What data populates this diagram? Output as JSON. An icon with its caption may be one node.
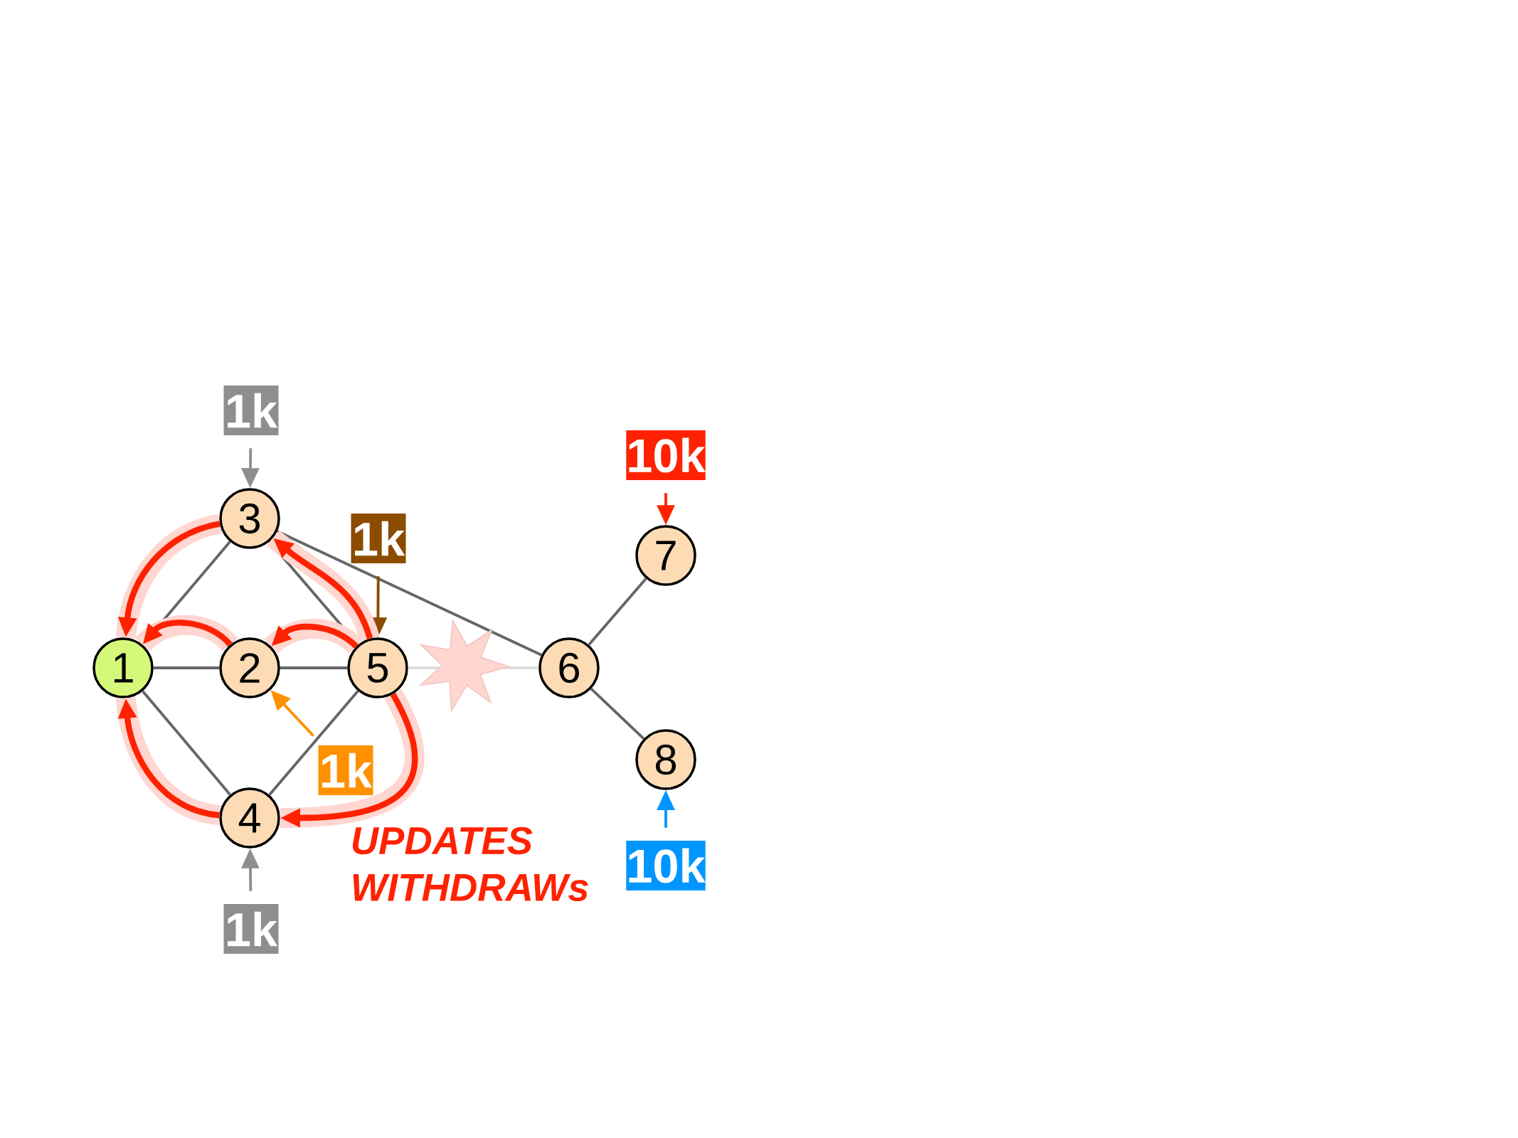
{
  "diagram": {
    "nodes": [
      {
        "text": [
          "1"
        ]
      },
      {
        "text": [
          "2"
        ]
      },
      {
        "text": [
          "3"
        ]
      },
      {
        "text": [
          "4"
        ]
      },
      {
        "text": [
          "5"
        ]
      },
      {
        "text": [
          "6"
        ]
      },
      {
        "text": [
          "7"
        ]
      },
      {
        "text": [
          "8"
        ]
      },
      {
        "text": [
          "1k"
        ]
      },
      {
        "text": [
          "1k"
        ]
      },
      {
        "text": [
          "1k"
        ]
      },
      {
        "text": [
          "1k"
        ]
      },
      {
        "text": [
          "10k"
        ]
      },
      {
        "text": [
          "10k"
        ]
      }
    ],
    "edges": [
      {
        "from": 0,
        "to": 1,
        "arrow": "none"
      },
      {
        "from": 0,
        "to": 2,
        "arrow": "none"
      },
      {
        "from": 0,
        "to": 3,
        "arrow": "none"
      },
      {
        "from": 1,
        "to": 4,
        "arrow": "none"
      },
      {
        "from": 2,
        "to": 4,
        "arrow": "none"
      },
      {
        "from": 2,
        "to": 5,
        "arrow": "none"
      },
      {
        "from": 3,
        "to": 4,
        "arrow": "none"
      },
      {
        "from": 4,
        "to": 5,
        "arrow": "none",
        "color": "#dddddd"
      },
      {
        "from": 5,
        "to": 6,
        "arrow": "none"
      },
      {
        "from": 5,
        "to": 7,
        "arrow": "none"
      },
      {
        "from": 8,
        "to": 2,
        "arrow": "to",
        "color": "#8e8e8e"
      },
      {
        "from": 9,
        "to": 4,
        "arrow": "to",
        "color": "#8b4c00"
      },
      {
        "from": 10,
        "to": 1,
        "arrow": "to",
        "color": "#ff9000"
      },
      {
        "from": 11,
        "to": 3,
        "arrow": "to",
        "color": "#8e8e8e"
      },
      {
        "from": 12,
        "to": 6,
        "arrow": "to",
        "color": "#ff2200"
      },
      {
        "from": 13,
        "to": 7,
        "arrow": "to",
        "color": "#0096ff"
      },
      {
        "from": 2,
        "to": 0,
        "arrow": "to",
        "color": "#ff2200",
        "style": "thick"
      },
      {
        "from": 1,
        "to": 0,
        "arrow": "to",
        "color": "#ff2200",
        "style": "thick"
      },
      {
        "from": 4,
        "to": 1,
        "arrow": "to",
        "color": "#ff2200",
        "style": "thick"
      },
      {
        "from": 4,
        "to": 2,
        "arrow": "to",
        "color": "#ff2200",
        "style": "thick"
      },
      {
        "from": 3,
        "to": 0,
        "arrow": "to",
        "color": "#ff2200",
        "style": "thick"
      },
      {
        "from": 4,
        "to": 3,
        "arrow": "to",
        "color": "#ff2200",
        "style": "thick"
      }
    ],
    "labels": [
      "UPDATES",
      "WITHDRAWs"
    ]
  }
}
